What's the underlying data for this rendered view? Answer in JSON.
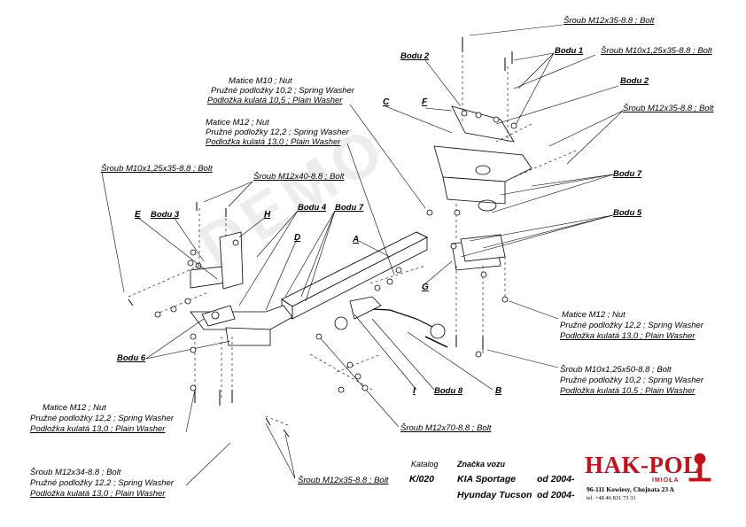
{
  "labels": {
    "bolt_top": "Šroub M12x35-8.8 ; Bolt",
    "bodu1": "Bodu 1",
    "bolt_m10_top": "Šroub M10x1,25x35-8.8 ; Bolt",
    "bodu2_left": "Bodu 2",
    "bodu2_right": "Bodu 2",
    "bolt_m12_right": "Šroub M12x35-8.8 ; Bolt",
    "nut_m10_1": "Matice  M10 ; Nut",
    "nut_m10_2": "Pružné podložky  10,2 ; Spring Washer",
    "nut_m10_3": "Podložka kulatá 10,5 ;  Plain Washer",
    "nut_m12a_1": "Matice  M12 ; Nut",
    "nut_m12a_2": "Pružné podložky  12,2 ; Spring Washer",
    "nut_m12a_3": "Podložka kulatá 13,0 ;  Plain Washer",
    "bolt_m10_left": "Šroub M10x1,25x35-8.8 ; Bolt",
    "bolt_m12x40": "Šroub M12x40-8.8 ; Bolt",
    "bodu3": "Bodu 3",
    "bodu4": "Bodu 4",
    "bodu7_mid": "Bodu 7",
    "bodu7_right": "Bodu 7",
    "bodu5": "Bodu 5",
    "bodu6": "Bodu 6",
    "bodu8": "Bodu 8",
    "nut_m12b_1": "Matice  M12 ; Nut",
    "nut_m12b_2": "Pružné podložky  12,2 ; Spring Washer",
    "nut_m12b_3": "Podložka kulatá 13,0 ;  Plain Washer",
    "bolt_m10x50_1": "Šroub M10x1,25x50-8.8 ; Bolt",
    "bolt_m10x50_2": "Pružné podložky  10,2 ; Spring Washer",
    "bolt_m10x50_3": "Podložka kulatá 10,5 ;  Plain Washer",
    "nut_m12c_1": "Matice  M12 ; Nut",
    "nut_m12c_2": "Pružné podložky  12,2 ; Spring Washer",
    "nut_m12c_3": "Podložka kulatá 13,0 ;  Plain Washer",
    "bolt_m12x70": "Šroub M12x70-8.8 ; Bolt",
    "bolt_m12x35_bottom": "Šroub M12x35-8.8 ; Bolt",
    "bolt_m12x34_1": "Šroub M12x34-8.8 ; Bolt",
    "bolt_m12x34_2": "Pružné podložky  12,2 ; Spring Washer",
    "bolt_m12x34_3": "Podložka kulatá 13,0 ;  Plain Washer"
  },
  "letters": {
    "A": "A",
    "B": "B",
    "C": "C",
    "D": "D",
    "E": "E",
    "F": "F",
    "G": "G",
    "H": "H",
    "I": "I"
  },
  "catalog": {
    "catalog_label": "Katalog",
    "catalog_no": "K/020",
    "brand_label": "Značka vozu",
    "car1": "KIA Sportage",
    "car1_from": "od 2004-",
    "car2": "Hyunday Tucson",
    "car2_from": "od 2004-"
  },
  "company": {
    "logo": "HAK-POL",
    "sub": "IMIOŁA",
    "address": "96-111 Kowiesy, Chojnata 23 A",
    "tel": "tel. +48 46 831 73 31",
    "brand_color": "#c1121c"
  },
  "watermark": "DEMO"
}
